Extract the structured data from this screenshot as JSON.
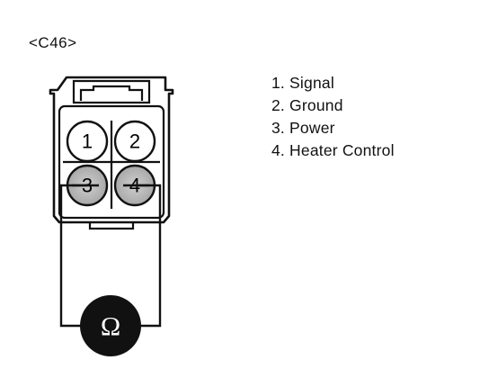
{
  "connector": {
    "id": "<C46>"
  },
  "pins": [
    {
      "number": "1",
      "shaded": false
    },
    {
      "number": "2",
      "shaded": false
    },
    {
      "number": "3",
      "shaded": true
    },
    {
      "number": "4",
      "shaded": true
    }
  ],
  "legend": {
    "items": [
      "1. Signal",
      "2. Ground",
      "3. Power",
      "4. Heater Control"
    ]
  },
  "meter": {
    "symbol": "Ω",
    "icon": "ohmmeter-icon"
  },
  "colors": {
    "ink": "#111111",
    "pin_shade": "#b8b8b8",
    "background": "#ffffff"
  }
}
